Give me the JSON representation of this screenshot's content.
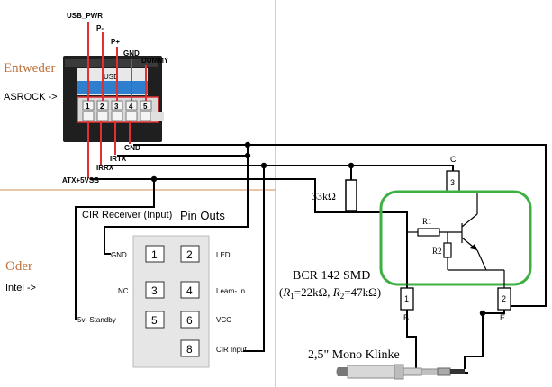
{
  "sections": {
    "top": {
      "title": "Entweder",
      "board": "ASROCK ->"
    },
    "bottom": {
      "title": "Oder",
      "board": "Intel ->"
    }
  },
  "usb_header": {
    "label": "USB",
    "pin_numbers": [
      "1",
      "2",
      "3",
      "4",
      "5"
    ],
    "pin_labels": [
      "USB_PWR",
      "P-",
      "P+",
      "GND",
      "DUMMY"
    ],
    "wire_labels": [
      "GND",
      "IRTX",
      "IRRX",
      "ATX+5VSB"
    ]
  },
  "cir": {
    "title": "CIR Receiver (Input)",
    "subtitle": "Pin Outs",
    "pins": [
      "1",
      "2",
      "3",
      "4",
      "5",
      "6",
      "8"
    ],
    "left_labels": [
      "GND",
      "NC",
      "5v- Standby"
    ],
    "right_labels": [
      "LED",
      "Learn- In",
      "VCC",
      "CIR Input"
    ]
  },
  "circuit": {
    "resistor": "33kΩ",
    "transistor_name": "BCR 142 SMD",
    "transistor_values": "(R1=22kΩ, R2=47kΩ)",
    "r1": "R1",
    "r2": "R2",
    "pin_numbers": [
      "3",
      "1",
      "2"
    ],
    "terminal_letters": [
      "C",
      "B",
      "E"
    ],
    "jack_label": "2,5\" Mono Klinke"
  },
  "colors": {
    "section_title": "#c0703a",
    "divider": "#d9a776",
    "transistor_outline": "#3cb043",
    "header_wire": "#e03030",
    "header_body": "#1a1a1a",
    "header_pins": "#2f7fd0"
  }
}
